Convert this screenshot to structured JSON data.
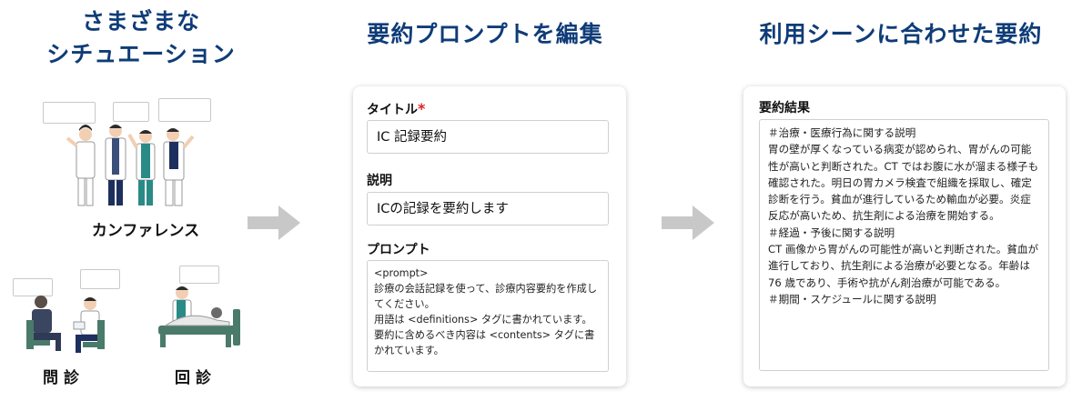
{
  "columns": {
    "scenes": {
      "title_line1": "さまざまな",
      "title_line2": "シチュエーション"
    },
    "edit": {
      "title": "要約プロンプトを編集"
    },
    "result": {
      "title": "利用シーンに合わせた要約"
    }
  },
  "scenes": {
    "conference": "カンファレンス",
    "interview": "問診",
    "round": "回診"
  },
  "form": {
    "title_label": "タイトル",
    "required_mark": "*",
    "title_value": "IC 記録要約",
    "description_label": "説明",
    "description_value": "ICの記録を要約します",
    "prompt_label": "プロンプト",
    "prompt_value": "<prompt>\n診療の会話記録を使って、診療内容要約を作成してください。\n用語は <definitions> タグに書かれています。\n要約に含めるべき内容は <contents> タグに書かれています。"
  },
  "result": {
    "label": "要約結果",
    "text": "＃治療・医療行為に関する説明\n胃の壁が厚くなっている病変が認められ、胃がんの可能性が高いと判断された。CT ではお腹に水が溜まる様子も確認された。明日の胃カメラ検査で組織を採取し、確定診断を行う。貧血が進行しているため輸血が必要。炎症反応が高いため、抗生剤による治療を開始する。\n＃経過・予後に関する説明\nCT 画像から胃がんの可能性が高いと判断された。貧血が進行しており、抗生剤による治療が必要となる。年齢は 76 歳であり、手術や抗がん剤治療が可能である。\n＃期間・スケジュールに関する説明"
  },
  "colors": {
    "title_blue": "#0f3c78",
    "arrow_gray": "#c8c8c8",
    "required_red": "#e02020",
    "scrub_teal": "#2a8a86",
    "navy": "#1d2f5c"
  }
}
